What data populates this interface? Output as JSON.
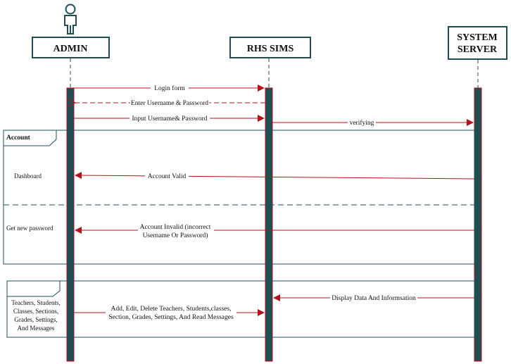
{
  "participants": {
    "admin": "ADMIN",
    "rhs_sims": "RHS SIMS",
    "system_line1": "SYSTEM",
    "system_line2": "SERVER"
  },
  "messages": {
    "login_form": "Login form",
    "enter_credentials": "Enter Username & Password",
    "input_credentials": "Input Username& Password",
    "verifying": "verifying",
    "account_valid": "Account Valid",
    "account_invalid_line1": "Account Invalid (incorrect",
    "account_invalid_line2": "Username Or Password)",
    "display_data": "Display Data And Informsation",
    "manage_line1": "Add, Edit, Delete Teachers, Students,classes,",
    "manage_line2": "Section, Grades, Settings, And Read Messages"
  },
  "frames": {
    "account_title": "Account",
    "dashboard": "Dashboard",
    "get_new_password": "Get new password",
    "ops_note": [
      "Teachers, Students,",
      "Classes, Sections,",
      "Grades, Settings,",
      "And Messages"
    ]
  },
  "colors": {
    "lifeline_bar": "#1f4f55",
    "arrow": "#b5121b",
    "frame": "#1f4f55",
    "head_border": "#1f4f55"
  }
}
